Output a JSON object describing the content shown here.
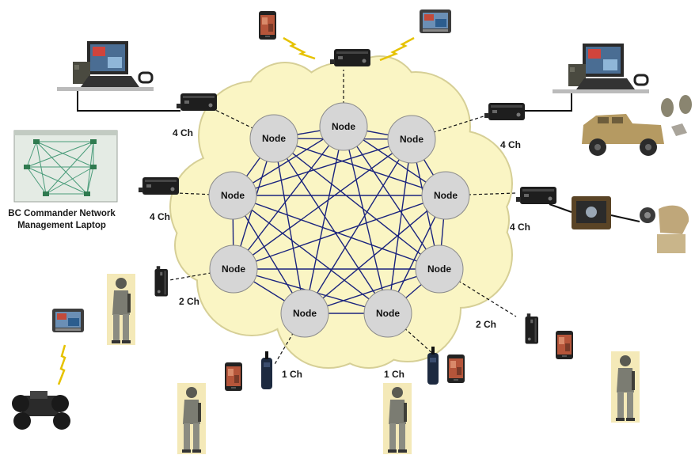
{
  "diagram": {
    "node_label": "Node",
    "node_count": 9,
    "connections": [
      {
        "node": 0,
        "label": "4 Ch"
      },
      {
        "node": 1,
        "label": ""
      },
      {
        "node": 2,
        "label": "4 Ch"
      },
      {
        "node": 3,
        "label": "4 Ch"
      },
      {
        "node": 4,
        "label": "2 Ch"
      },
      {
        "node": 5,
        "label": "1 Ch"
      },
      {
        "node": 6,
        "label": "1 Ch"
      },
      {
        "node": 7,
        "label": "2 Ch"
      },
      {
        "node": 8,
        "label": "4 Ch"
      }
    ],
    "laptop_caption": {
      "line1": "BC Commander Network",
      "line2": "Management Laptop"
    },
    "colors": {
      "cloud": "#faf5c4",
      "cloud_edge": "#d6cf96",
      "node_fill": "#d6d6d6",
      "mesh_line": "#1a237e",
      "radio": "#1e1e1e"
    },
    "icons": [
      "laptop-icon",
      "radio-icon",
      "smartphone-icon",
      "tablet-icon",
      "soldier-icon",
      "handheld-radio-icon",
      "humvee-icon",
      "antenna-icon",
      "camera-icon",
      "robot-vehicle-icon",
      "lightning-link-icon",
      "network-diagram-icon"
    ]
  }
}
